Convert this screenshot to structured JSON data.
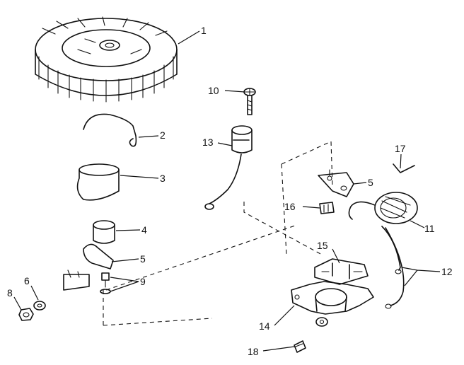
{
  "callouts": {
    "p1": "1",
    "p2": "2",
    "p3": "3",
    "p4": "4",
    "p5a": "5",
    "p5b": "5",
    "p6": "6",
    "p8": "8",
    "p9": "9",
    "p10": "10",
    "p11": "11",
    "p12": "12",
    "p13": "13",
    "p14": "14",
    "p15": "15",
    "p16": "16",
    "p17": "17",
    "p18": "18"
  }
}
